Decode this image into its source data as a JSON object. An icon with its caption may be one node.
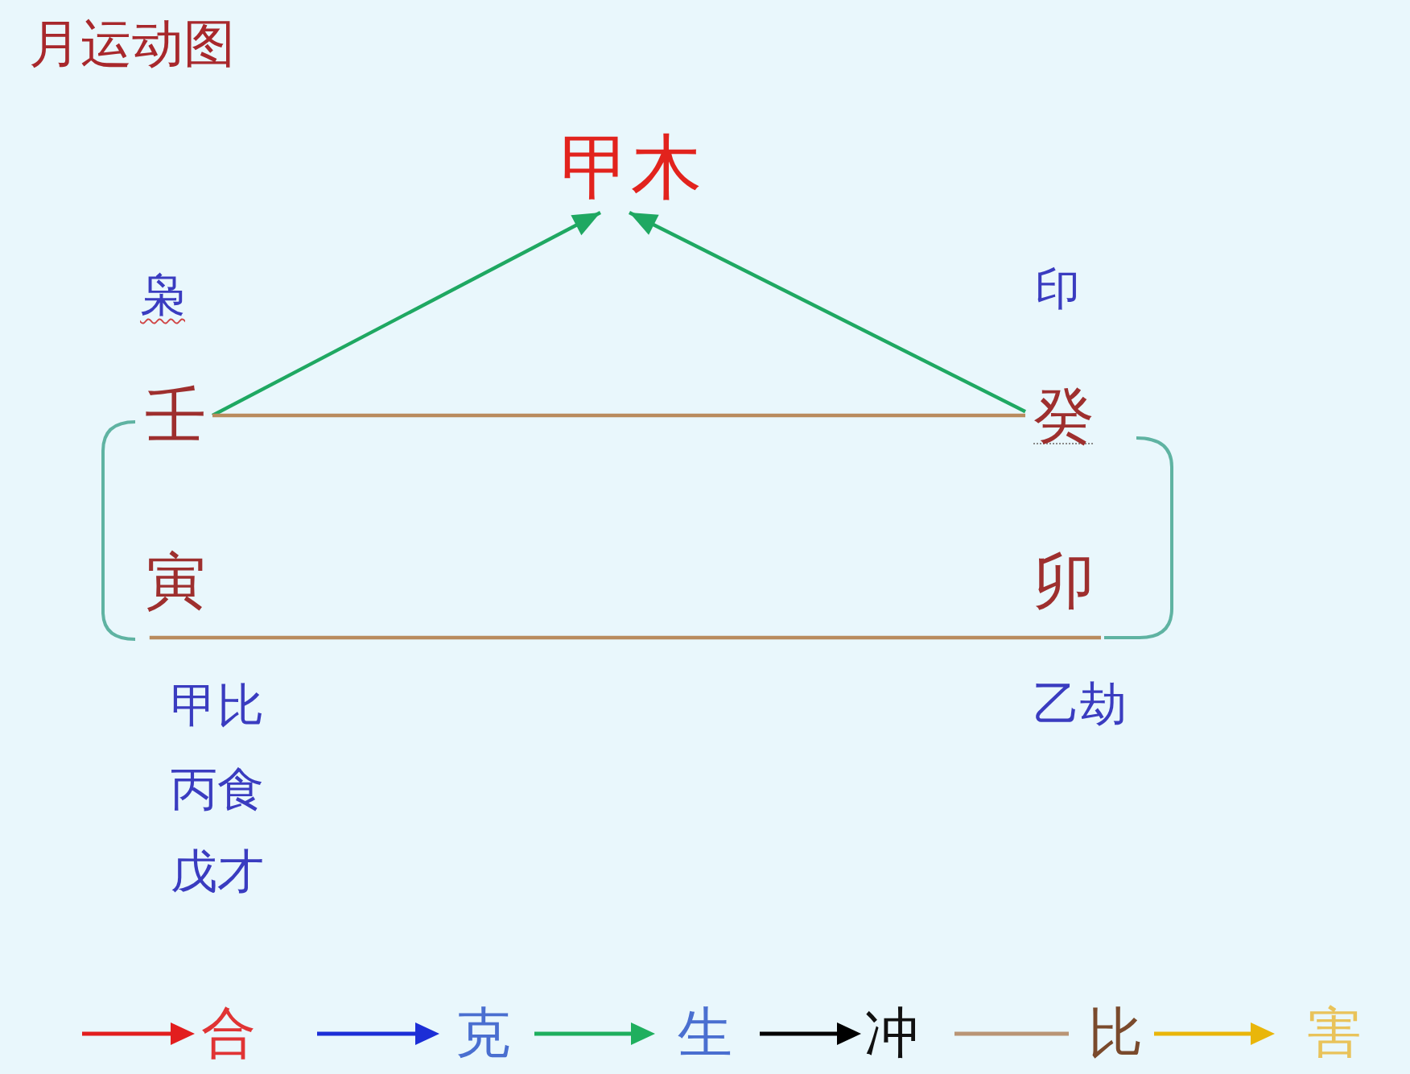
{
  "diagram": {
    "title": "月运动图",
    "nodes": [
      {
        "text": [
          "甲木"
        ]
      },
      {
        "text": [
          "壬"
        ],
        "beside": [
          "枭"
        ]
      },
      {
        "text": [
          "癸"
        ],
        "beside": [
          "印"
        ]
      },
      {
        "text": [
          "寅"
        ],
        "beside": [
          "甲比",
          "丙食",
          "戊才"
        ]
      },
      {
        "text": [
          "卯"
        ],
        "beside": [
          "乙劫"
        ]
      }
    ],
    "edges": [
      {
        "from": 1,
        "to": 0,
        "arrow": "to",
        "color": "#1fa862"
      },
      {
        "from": 2,
        "to": 0,
        "arrow": "to",
        "color": "#1fa862"
      },
      {
        "from": 1,
        "to": 2,
        "arrow": "none",
        "color": "#b98b5e"
      },
      {
        "from": 3,
        "to": 4,
        "arrow": "none",
        "color": "#b98b5e"
      }
    ],
    "legend": [
      {
        "text": "合"
      },
      {
        "text": "克"
      },
      {
        "text": "生"
      },
      {
        "text": "冲"
      },
      {
        "text": "比"
      },
      {
        "text": "害"
      }
    ]
  }
}
